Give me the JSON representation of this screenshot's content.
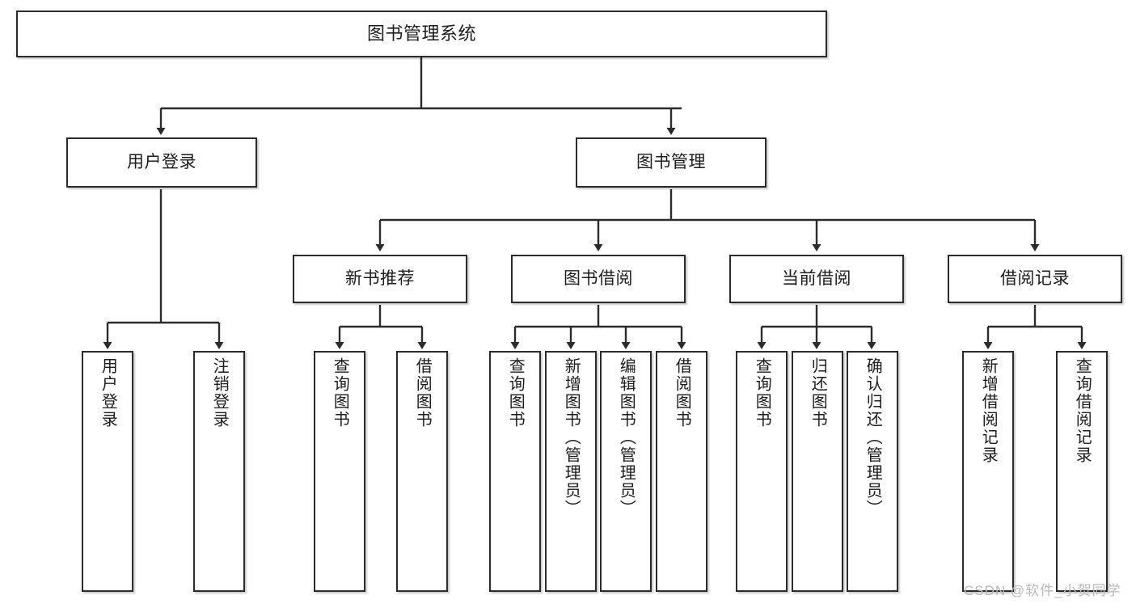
{
  "diagram": {
    "title": "图书管理系统",
    "type": "tree-hierarchy-chart",
    "root": {
      "id": "root",
      "label": "图书管理系统"
    },
    "level2": [
      {
        "id": "user-login",
        "label": "用户登录"
      },
      {
        "id": "book-manage",
        "label": "图书管理"
      }
    ],
    "level3": [
      {
        "id": "new-book-rec",
        "label": "新书推荐"
      },
      {
        "id": "book-borrow",
        "label": "图书借阅"
      },
      {
        "id": "current-borrow",
        "label": "当前借阅"
      },
      {
        "id": "borrow-record",
        "label": "借阅记录"
      }
    ],
    "leaves": [
      {
        "id": "leaf-user-login",
        "label": "用户登录",
        "parent": "user-login"
      },
      {
        "id": "leaf-user-logout",
        "label": "注销登录",
        "parent": "user-login"
      },
      {
        "id": "leaf-query-book-1",
        "label": "查询图书",
        "parent": "new-book-rec"
      },
      {
        "id": "leaf-borrow-book-1",
        "label": "借阅图书",
        "parent": "new-book-rec"
      },
      {
        "id": "leaf-query-book-2",
        "label": "查询图书",
        "parent": "book-borrow"
      },
      {
        "id": "leaf-add-book",
        "label": "新增图书（管理员）",
        "parent": "book-borrow"
      },
      {
        "id": "leaf-edit-book",
        "label": "编辑图书（管理员）",
        "parent": "book-borrow"
      },
      {
        "id": "leaf-borrow-book-2",
        "label": "借阅图书",
        "parent": "book-borrow"
      },
      {
        "id": "leaf-query-book-3",
        "label": "查询图书",
        "parent": "current-borrow"
      },
      {
        "id": "leaf-return-book",
        "label": "归还图书",
        "parent": "current-borrow"
      },
      {
        "id": "leaf-confirm-return",
        "label": "确认归还（管理员）",
        "parent": "current-borrow"
      },
      {
        "id": "leaf-add-record",
        "label": "新增借阅记录",
        "parent": "borrow-record"
      },
      {
        "id": "leaf-query-record",
        "label": "查询借阅记录",
        "parent": "borrow-record"
      }
    ],
    "watermark": "CSDN @软件_小贺同学",
    "colors": {
      "border": "#2b2b2b",
      "background": "#ffffff",
      "text": "#1d1d1d",
      "watermark": "#b9b9b9"
    }
  }
}
